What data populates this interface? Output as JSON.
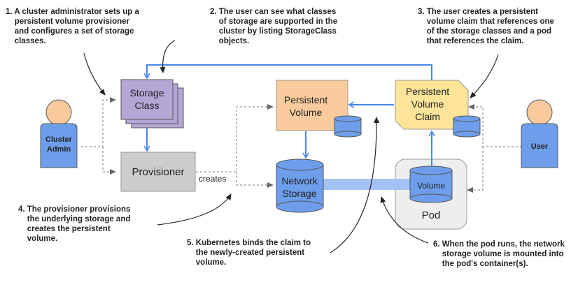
{
  "notes": {
    "n1": "1. A cluster administrator sets up a\n    persistent volume provisioner\n    and configures a set of storage\n    classes.",
    "n2": "2. The user can see what classes\n    of storage are supported in the\n    cluster by listing StorageClass\n    objects.",
    "n3": "3. The user creates a persistent\n    volume claim that references one\n    of the storage classes and a pod\n    that references the claim.",
    "n4": "4. The provisioner provisions\n    the underlying storage and\n    creates the persistent\n    volume.",
    "n5": "5. Kubernetes binds the claim to\n    the newly-created persistent\n    volume.",
    "n6": "6. When the pod runs, the network\n    storage volume is mounted into\n    the pod's container(s)."
  },
  "actors": {
    "cluster_admin_line1": "Cluster",
    "cluster_admin_line2": "Admin",
    "user": "User"
  },
  "boxes": {
    "storage_class_line1": "Storage",
    "storage_class_line2": "Class",
    "provisioner": "Provisioner",
    "persistent_volume_line1": "Persistent",
    "persistent_volume_line2": "Volume",
    "pvc_line1": "Persistent",
    "pvc_line2": "Volume",
    "pvc_line3": "Claim",
    "network_storage_line1": "Network",
    "network_storage_line2": "Storage",
    "pod": "Pod",
    "volume": "Volume"
  },
  "edge_labels": {
    "creates": "creates"
  },
  "colors": {
    "storage_class": "#b4a7d6",
    "provisioner": "#cccccc",
    "persistent_volume": "#f9cb9c",
    "pvc": "#ffe599",
    "network_storage": "#6d9eeb",
    "actor": "#6d9eeb",
    "actor_head": "#f9cb9c",
    "pod": "#eeeeee",
    "arrow": "#4a86e8",
    "link": "#a4c2f4"
  }
}
